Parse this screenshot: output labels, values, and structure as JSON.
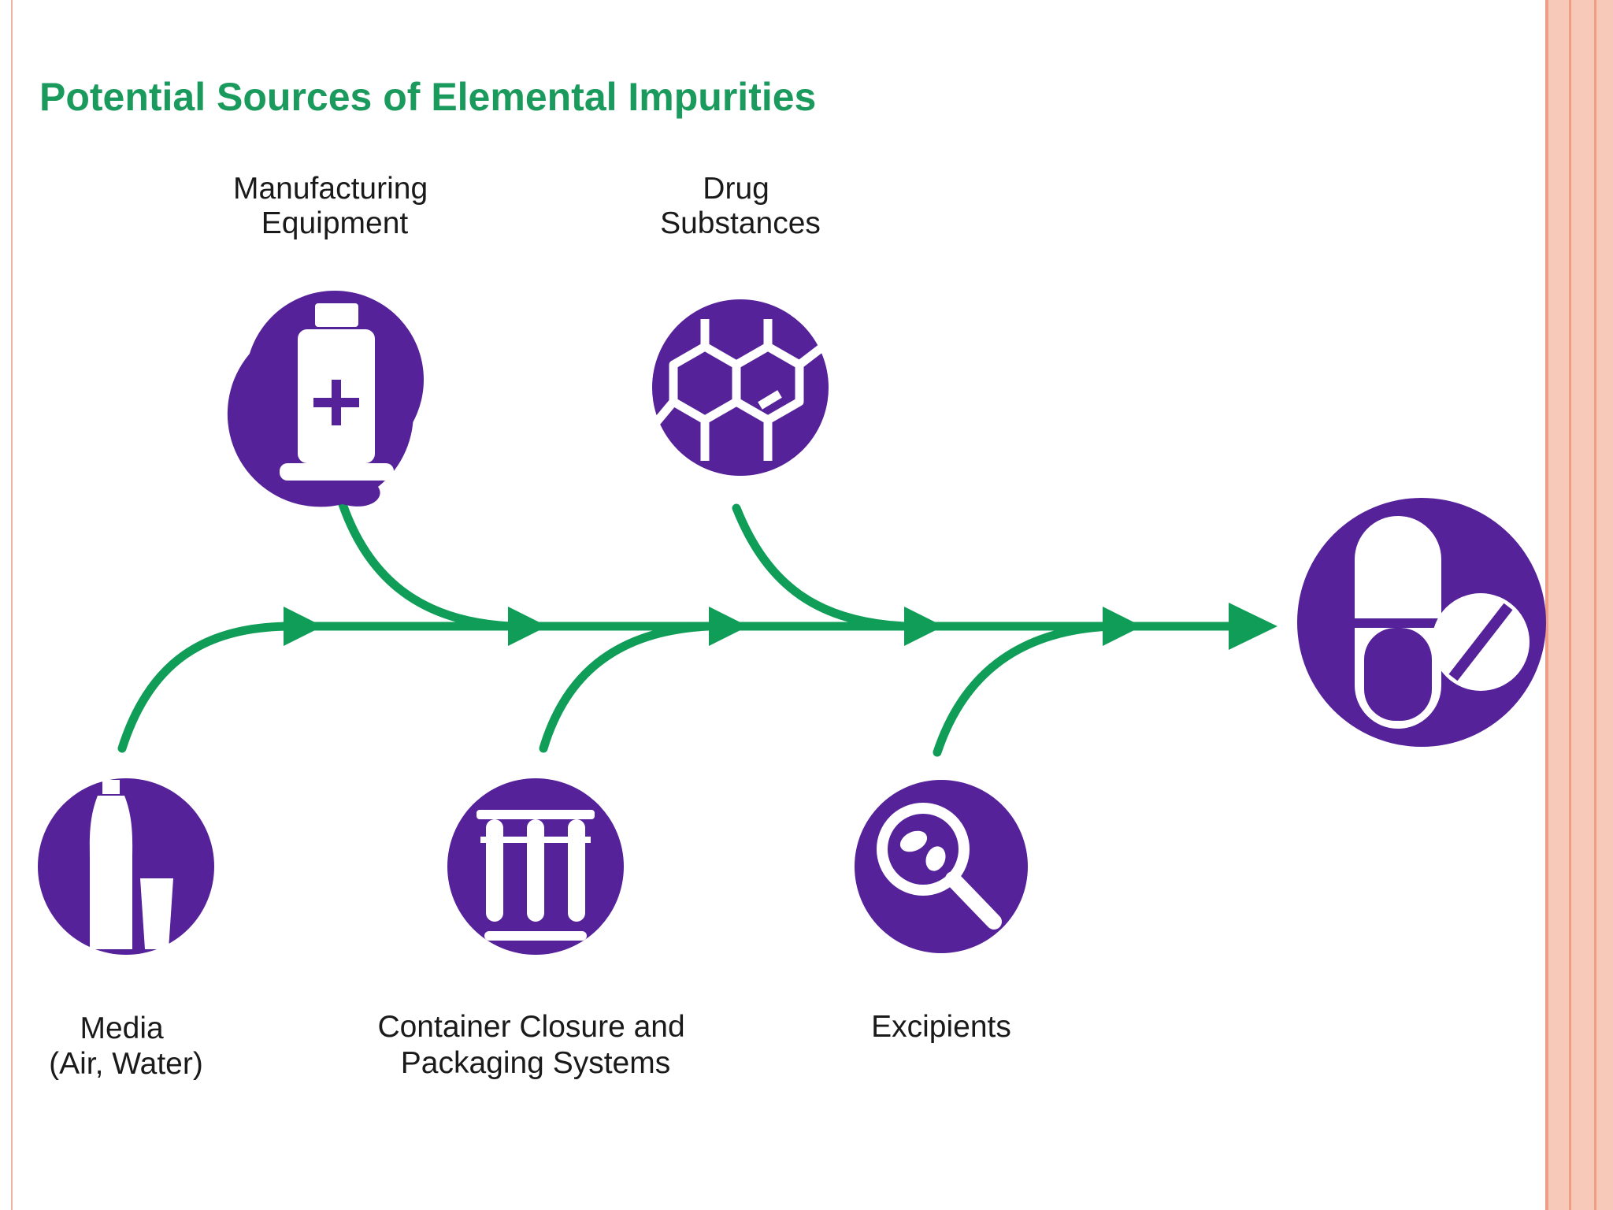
{
  "title": "Potential Sources of Elemental Impurities",
  "sources": [
    {
      "id": "manufacturing",
      "label_lines": [
        "Manufacturing",
        "Equipment"
      ],
      "icon": "medicine-bottle-icon"
    },
    {
      "id": "drug",
      "label_lines": [
        "Drug",
        "Substances"
      ],
      "icon": "molecule-icon"
    },
    {
      "id": "media",
      "label_lines": [
        "Media",
        "(Air, Water)"
      ],
      "icon": "water-bottle-glass-icon"
    },
    {
      "id": "container",
      "label_lines": [
        "Container Closure and",
        "Packaging Systems"
      ],
      "icon": "test-tubes-icon"
    },
    {
      "id": "excipients",
      "label_lines": [
        "Excipients"
      ],
      "icon": "magnifier-icon"
    }
  ],
  "target": {
    "icon": "capsule-tablet-icon"
  },
  "colors": {
    "title": "#1a9a5c",
    "arrow": "#0f9d58",
    "circle": "#55229a",
    "frame_left": "#f1b3a3",
    "frame_right_fill": "#f7c9b8",
    "frame_right_stripe": "#ee9e86"
  }
}
